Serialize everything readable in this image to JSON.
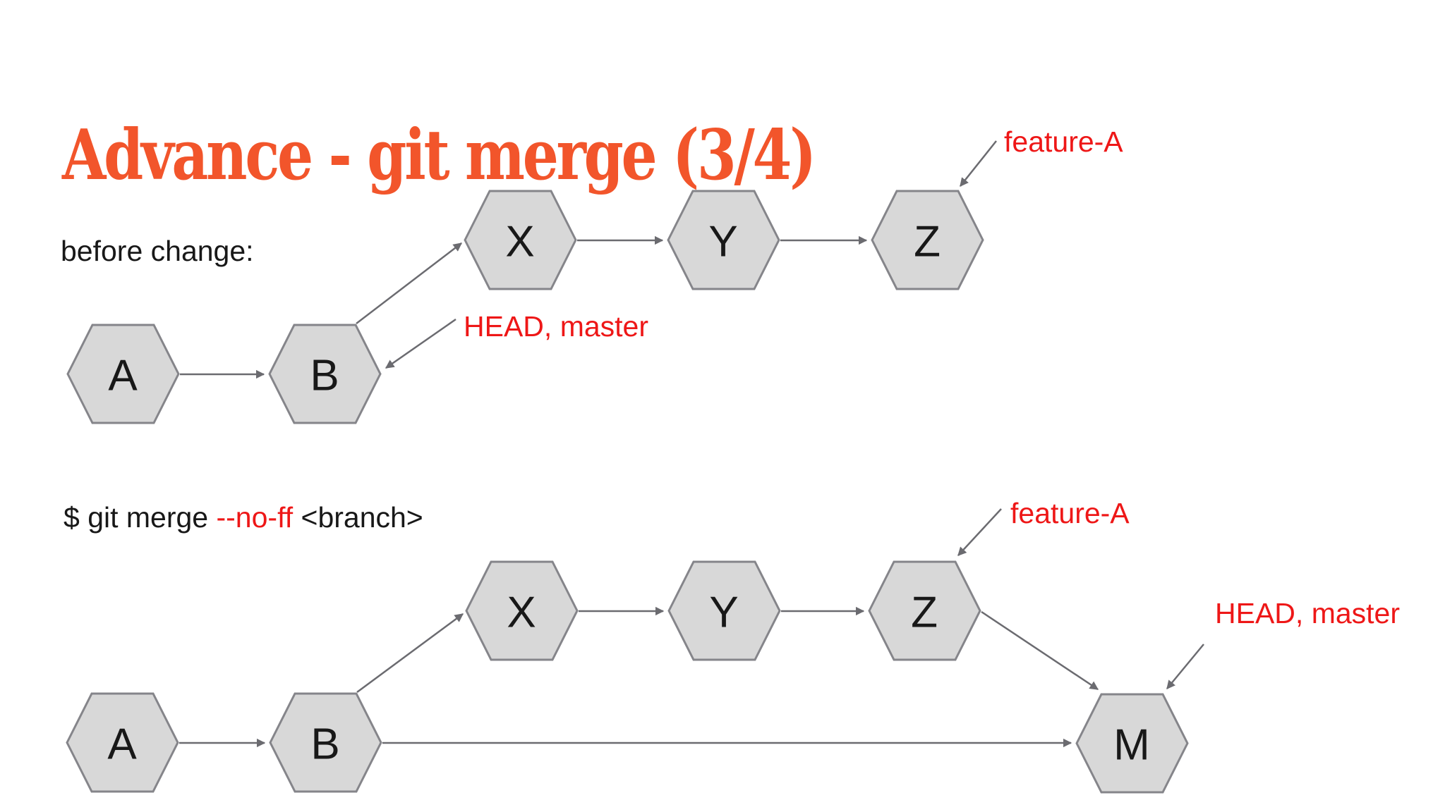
{
  "slide": {
    "title": "Advance - git merge (3/4)"
  },
  "before_section": {
    "caption": "before change:",
    "nodes": [
      {
        "label": "A"
      },
      {
        "label": "B"
      },
      {
        "label": "X"
      },
      {
        "label": "Y"
      },
      {
        "label": "Z"
      }
    ],
    "branch_label": "feature-A",
    "head_label": "HEAD, master"
  },
  "command": {
    "prefix": "$ git merge ",
    "flag": "--no-ff",
    "suffix": " <branch>"
  },
  "after_section": {
    "nodes": [
      {
        "label": "A"
      },
      {
        "label": "B"
      },
      {
        "label": "X"
      },
      {
        "label": "Y"
      },
      {
        "label": "Z"
      },
      {
        "label": "M"
      }
    ],
    "branch_label": "feature-A",
    "head_label": "HEAD, master"
  },
  "colors": {
    "title_orange": "#f2552b",
    "annotation_red": "#ee1717",
    "node_fill": "#d8d8d8",
    "node_border": "#85858a",
    "connector_gray": "#6b6b70",
    "text_black": "#181818",
    "background": "#ffffff"
  }
}
